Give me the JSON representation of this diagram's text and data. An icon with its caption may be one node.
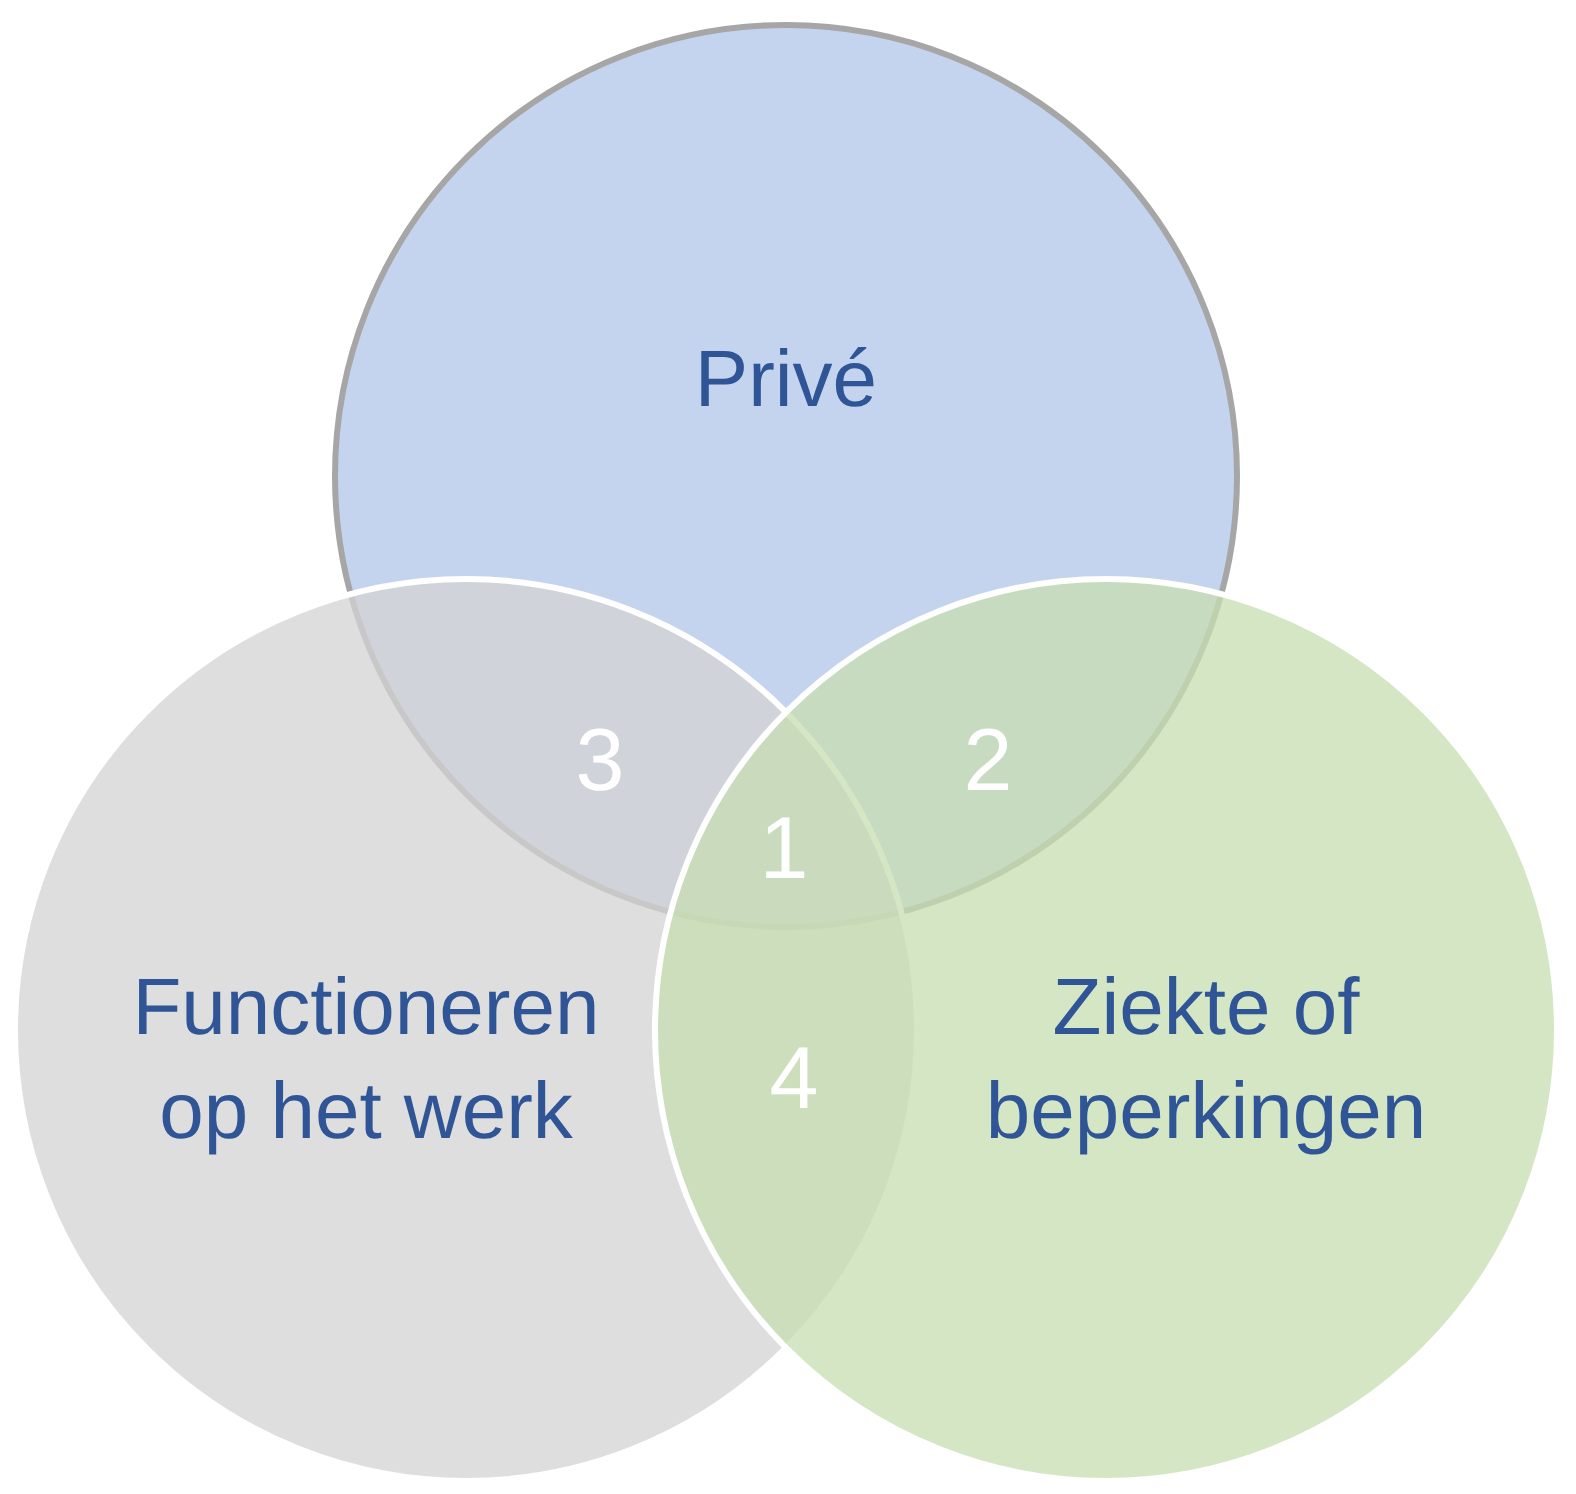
{
  "diagram": {
    "nodes": [
      {
        "text": [
          "Privé"
        ]
      },
      {
        "text": [
          "Functioneren op het werk"
        ]
      },
      {
        "text": [
          "Ziekte of beperkingen"
        ]
      }
    ],
    "labels": [
      "3",
      "2",
      "1",
      "4"
    ]
  }
}
